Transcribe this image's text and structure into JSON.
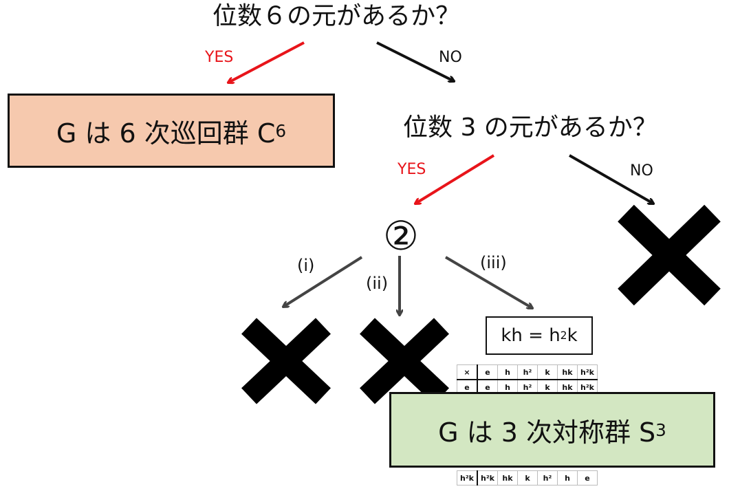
{
  "question_top": "位数６の元があるか？",
  "question_mid": "位数 3 の元があるか？",
  "yes_label": "YES",
  "no_label": "NO",
  "yes_label_2": "YES",
  "no_label_2": "NO",
  "c6_box": {
    "prefix": "G は 6 次巡回群 C",
    "sub": "6"
  },
  "s3_box": {
    "prefix": "G は 3 次対称群 S",
    "sub": "3"
  },
  "case_marker": "②",
  "sub_labels": [
    "(i)",
    "(ii)",
    "(iii)"
  ],
  "relation": {
    "lhs": "kh = h",
    "sup": "2",
    "rhs": "k"
  },
  "cayley": {
    "header": [
      "×",
      "e",
      "h",
      "h²",
      "k",
      "hk",
      "h²k"
    ],
    "row_e": [
      "e",
      "e",
      "h",
      "h²",
      "k",
      "hk",
      "h²k"
    ],
    "row_last": [
      "h²k",
      "h²k",
      "hk",
      "k",
      "h²",
      "h",
      "e"
    ]
  },
  "colors": {
    "yes_arrow": "#e8141a",
    "no_arrow": "#111111",
    "sub_arrow": "#444444",
    "c6_fill": "#f6c9ae",
    "s3_fill": "#d3e7c2"
  }
}
